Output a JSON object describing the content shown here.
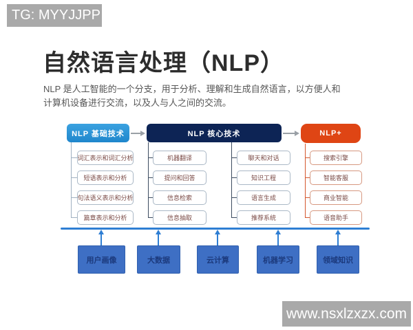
{
  "watermark_top": {
    "text": "TG: MYYJJPP"
  },
  "watermark_bottom": {
    "text": "www.nsxlzxzx.com"
  },
  "intro": {
    "title": "自然语言处理（NLP）",
    "description_line1": "NLP 是人工智能的一个分支，用于分析、理解和生成自然语言，以方便人和",
    "description_line2": "计算机设备进行交流，以及人与人之间的交流。"
  },
  "diagram": {
    "stages": [
      {
        "label": "NLP 基础技术",
        "color": "#2690d5"
      },
      {
        "label": "NLP 核心技术",
        "color": "#0d2455"
      },
      {
        "label": "NLP+",
        "color": "#df4514"
      }
    ],
    "foundation_items": [
      "词汇表示和词汇分析",
      "短语表示和分析",
      "句法语义表示和分析",
      "篇章表示和分析"
    ],
    "core_items_left": [
      "机器翻译",
      "提问和回答",
      "信息检索",
      "信息抽取"
    ],
    "core_items_right": [
      "聊天和对话",
      "知识工程",
      "语言生成",
      "推荐系统"
    ],
    "nlp_plus_items": [
      "搜索引擎",
      "智能客服",
      "商业智能",
      "语音助手"
    ],
    "support_items": [
      "用户画像",
      "大数据",
      "云计算",
      "机器学习",
      "领域知识"
    ],
    "colors": {
      "support_box": "#3e6fc4",
      "baseline": "#2e7ed3",
      "watermark_bg": "#a9a9a9",
      "leaf_text": "#7a4a45"
    }
  }
}
